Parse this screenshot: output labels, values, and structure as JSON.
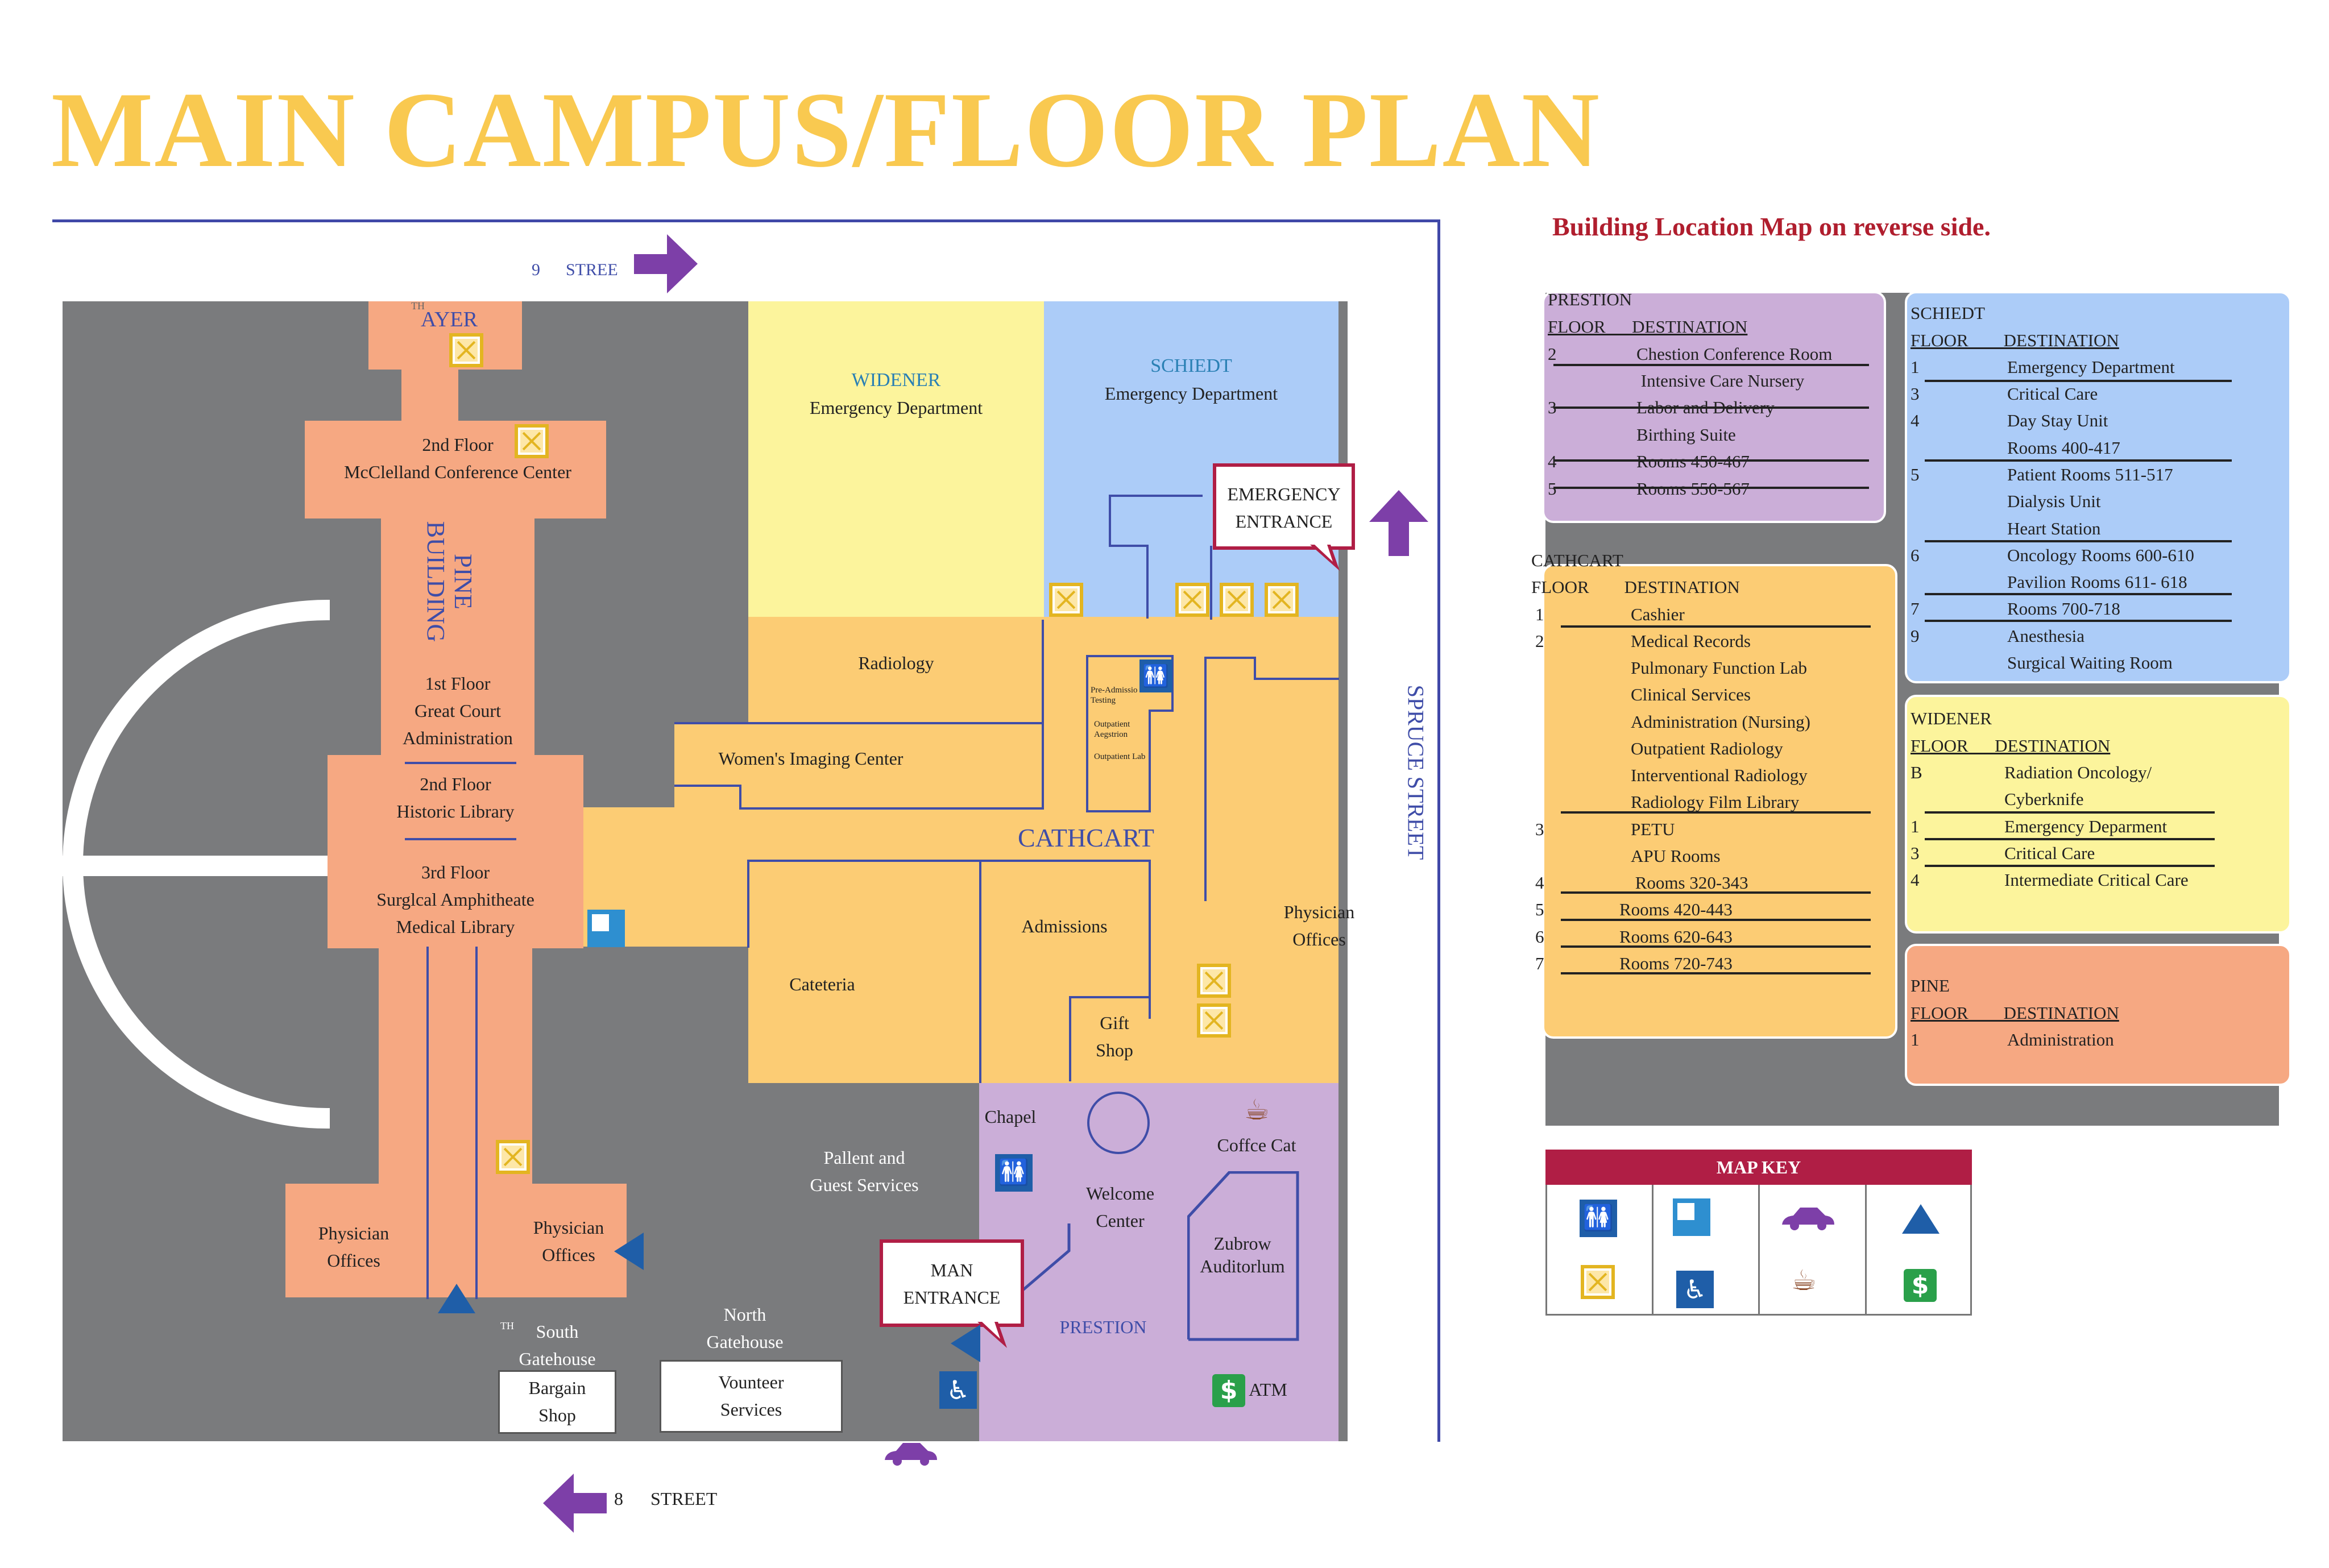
{
  "title": "MAIN CAMPUS/FLOOR PLAN",
  "streets": {
    "top": "9      STREE",
    "top_th": "TH",
    "bottom": "8      STREET",
    "right": "SPRUCE STREET"
  },
  "buildings": {
    "ayer": "AYER",
    "pine_vertical": "PINE BUILDING",
    "pine_2nd_floor": "2nd Floor",
    "pine_mcclelland": "McClelland Conference Center",
    "pine_1st_floor": "1st Floor",
    "pine_great_court": "Great Court",
    "pine_admin": "Administration",
    "pine_2nd_floor_b": "2nd Floor",
    "pine_historic": "Historic Library",
    "pine_3rd_floor": "3rd Floor",
    "pine_surgical": "Surglcal Amphitheate",
    "pine_medlib": "Medical Library",
    "pine_phys_left_1": "Physician",
    "pine_phys_left_2": "Offices",
    "pine_phys_right_1": "Physician",
    "pine_phys_right_2": "Offices",
    "widener": "WIDENER",
    "widener_ed": "Emergency Department",
    "schiedt": "SCHIEDT",
    "schiedt_ed": "Emergency Department",
    "radiology": "Radiology",
    "womens": "Women's Imaging Center",
    "cathcart": "CATHCART",
    "admissions": "Admissions",
    "cafeteria": "Cateteria",
    "physician_1": "Physician",
    "physician_2": "Offices",
    "gift_1": "Gift",
    "gift_2": "Shop",
    "preadmission": "Pre-Admissio",
    "testing": "Testing",
    "outpatient_reg_1": "Outpatient",
    "outpatient_reg_2": "Aegstrion",
    "outpatient_lab": "Outpatient Lab",
    "chapel": "Chapel",
    "coffee": "Coffce Cat",
    "welcome_1": "Welcome",
    "welcome_2": "Center",
    "zubrow_1": "Zubrow",
    "zubrow_2": "Auditorlum",
    "prestion": "PRESTION",
    "atm": "ATM",
    "palliative_1": "Pallent and",
    "palliative_2": "Guest Services",
    "north_gate_1": "North",
    "north_gate_2": "Gatehouse",
    "south_gate_1": "South",
    "south_gate_2": "Gatehouse",
    "th": "TH",
    "bargain_1": "Bargain",
    "bargain_2": "Shop",
    "volunteer_1": "Vounteer",
    "volunteer_2": "Services"
  },
  "callouts": {
    "emergency_1": "EMERGENCY",
    "emergency_2": "ENTRANCE",
    "main_1": "MAN",
    "main_2": "ENTRANCE"
  },
  "note": "Building Location Map on reverse side.",
  "directory": {
    "prestion": {
      "name": "PRESTION",
      "header": "FLOOR      DESTINATION",
      "rows": [
        [
          "2",
          "Chestion Conference Room"
        ],
        [
          "",
          " Intensive Care Nursery"
        ],
        [
          "3",
          "Labor and Delivery"
        ],
        [
          "",
          "Birthing Suite"
        ],
        [
          "4",
          "Rooms 450-467"
        ],
        [
          "5",
          "Rooms 550-567"
        ]
      ]
    },
    "cathcart": {
      "name": "CATHCART",
      "header": "FLOOR        DESTINATION",
      "rows": [
        [
          "1",
          "Cashier"
        ],
        [
          "2",
          "Medical Records"
        ],
        [
          "",
          "Pulmonary Function Lab"
        ],
        [
          "",
          "Clinical Services"
        ],
        [
          "",
          "Administration (Nursing)"
        ],
        [
          "",
          "Outpatient Radiology"
        ],
        [
          "",
          "Interventional Radiology"
        ],
        [
          "",
          "Radiology Film Library"
        ],
        [
          "3",
          "PETU"
        ],
        [
          "",
          "APU Rooms"
        ],
        [
          "4",
          " Rooms 320-343"
        ],
        [
          "5",
          "Rooms 420-443"
        ],
        [
          "6",
          "Rooms 620-643"
        ],
        [
          "7",
          "Rooms 720-743"
        ]
      ]
    },
    "schiedt": {
      "name": "SCHIEDT",
      "header": "FLOOR        DESTINATION",
      "rows": [
        [
          "1",
          "Emergency Department"
        ],
        [
          "3",
          "Critical Care"
        ],
        [
          "4",
          "Day Stay Unit"
        ],
        [
          "",
          "Rooms 400-417"
        ],
        [
          "5",
          "Patient Rooms 511-517"
        ],
        [
          "",
          "Dialysis Unit"
        ],
        [
          "",
          "Heart Station"
        ],
        [
          "6",
          "Oncology Rooms 600-610"
        ],
        [
          "",
          "Pavilion Rooms 611- 618"
        ],
        [
          "7",
          "Rooms 700-718"
        ],
        [
          "9",
          "Anesthesia"
        ],
        [
          "",
          "Surgical Waiting Room"
        ]
      ]
    },
    "widener": {
      "name": "WIDENER",
      "header": "FLOOR      DESTINATION",
      "rows": [
        [
          "B",
          "Radiation Oncology/"
        ],
        [
          "",
          "Cyberknife"
        ],
        [
          "1",
          "Emergency Deparment"
        ],
        [
          "3",
          "Critical Care"
        ],
        [
          "4",
          "Intermediate Critical Care"
        ]
      ]
    },
    "pine": {
      "name": "PINE",
      "header": "FLOOR        DESTINATION",
      "rows": [
        [
          "1",
          "Administration"
        ]
      ]
    }
  },
  "map_key": {
    "title": "MAP KEY",
    "icons": [
      "restroom-icon",
      "elevator-icon",
      "parking-car-icon",
      "entrance-triangle-icon",
      "stairs-icon",
      "accessible-icon",
      "coffee-icon",
      "atm-icon"
    ]
  },
  "colors": {
    "title": "#f9c950",
    "pine": "#f6a882",
    "cathcart": "#fccc74",
    "prestion": "#cbaed8",
    "widener": "#fcf49c",
    "schiedt": "#acccf8",
    "lot": "#7a7b7d",
    "accent_red": "#b01e45",
    "street_blue": "#3f4da8"
  }
}
